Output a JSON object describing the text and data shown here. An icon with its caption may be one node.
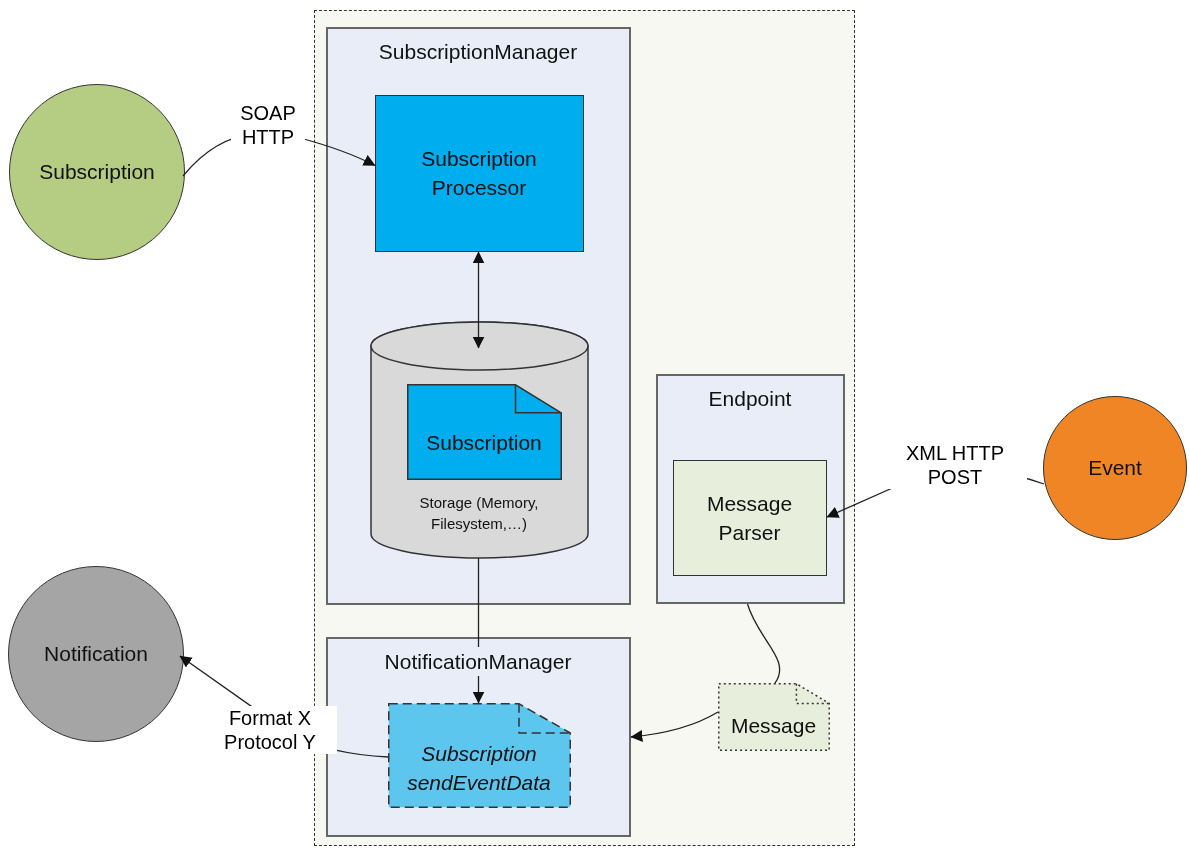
{
  "diagram": {
    "nodes": [
      {
        "text": [],
        "shape": "box"
      },
      {
        "text": [
          "SubscriptionManager"
        ],
        "in": 0
      },
      {
        "text": [
          "Subscription Processor"
        ],
        "in": 1
      },
      {
        "text": [
          "Storage (Memory, Filesystem,…)"
        ],
        "in": 1
      },
      {
        "text": [
          "Subscription"
        ],
        "in": 3
      },
      {
        "text": [
          "Endpoint"
        ],
        "in": 0
      },
      {
        "text": [
          "Message Parser"
        ],
        "in": 5
      },
      {
        "text": [
          "NotificationManager"
        ],
        "in": 0
      },
      {
        "text": [
          "Subscription sendEventData"
        ],
        "in": 7
      },
      {
        "text": [
          "Message"
        ],
        "in": 0
      },
      {
        "text": [
          "Subscription"
        ]
      },
      {
        "text": [
          "Event"
        ]
      },
      {
        "text": [
          "Notification"
        ]
      }
    ],
    "edges": [
      {
        "from": 10,
        "to": 2,
        "arrow": "to",
        "label": "SOAP HTTP"
      },
      {
        "from": 2,
        "to": 3,
        "arrow": "both"
      },
      {
        "from": 3,
        "to": 8,
        "arrow": "to"
      },
      {
        "from": 11,
        "to": 6,
        "arrow": "to",
        "label": "XML HTTP POST"
      },
      {
        "from": 5,
        "to": 9,
        "arrow": "none"
      },
      {
        "from": 9,
        "to": 7,
        "arrow": "to"
      },
      {
        "from": 8,
        "to": 12,
        "arrow": "to",
        "label": "Format X Protocol Y"
      }
    ]
  }
}
